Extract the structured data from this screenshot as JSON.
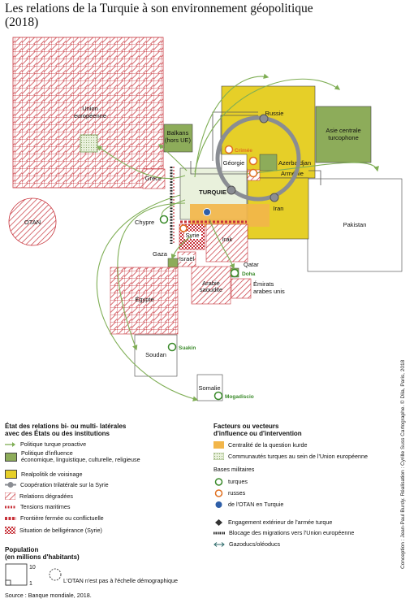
{
  "title": "Les relations de la Turquie à son environnement géopolitique",
  "subtitle": "(2018)",
  "colors": {
    "green": "#8dac5a",
    "yellow": "#e6cf28",
    "orange": "#f2b64a",
    "hatch": "#c7323a",
    "grey": "#8a8d93",
    "arrow": "#7fae55"
  },
  "map": {
    "countries": {
      "ue": "Union\neuropéenne",
      "otan": "OTAN",
      "balkans": "Balkans\n(hors UE)",
      "grece": "Grèce",
      "russie": "Russie",
      "asie_centrale": "Asie centrale\nturcophone",
      "georgie": "Géorgie",
      "azerbaidjan": "Azerbaïdjan",
      "armenie": "Arménie",
      "turquie": "TURQUIE",
      "iran": "Iran",
      "pakistan": "Pakistan",
      "chypre": "Chypre",
      "syrie": "Syrie",
      "irak": "Irak",
      "gaza": "Gaza",
      "israel": "Israël",
      "qatar": "Qatar",
      "arabie": "Arabie\nsaoudite",
      "emirats": "Émirats\narabes unis",
      "egypte": "Égypte",
      "soudan": "Soudan",
      "somalie": "Somalie"
    },
    "bases": {
      "crimee": "Crimée",
      "doha": "Doha",
      "suakin": "Suakin",
      "mogadiscio": "Mogadiscio"
    }
  },
  "legend": {
    "section1_title": "État des relations bi- ou multi- latérales\navec des États ou des institutions",
    "items1": [
      "Politique turque proactive",
      "Politique d'influence\néconomique, linguistique, culturelle, religieuse",
      "Realpolitik de voisinage",
      "Coopération trilatérale sur la Syrie",
      "Relations dégradées",
      "Tensions maritimes",
      "Frontière fermée ou conflictuelle",
      "Situation de belligérance (Syrie)"
    ],
    "section2_title": "Facteurs ou vecteurs\nd'influence ou d'intervention",
    "items2": [
      "Centralité de la question kurde",
      "Communautés turques au sein de l'Union européenne"
    ],
    "bases_title": "Bases militaires",
    "bases": [
      "turques",
      "russes",
      "de l'OTAN en Turquie"
    ],
    "items3": [
      "Engagement extérieur de l'armée turque",
      "Blocage des migrations vers l'Union européenne",
      "Gazoducs/oléoducs"
    ],
    "population_title": "Population\n(en millions d'habitants)",
    "pop_values": [
      "10",
      "1"
    ],
    "otan_note": "L'OTAN n'est pas à l'échelle démographique",
    "source": "Source : Banque mondiale, 2018."
  },
  "credit": "Conception : Jean-Paul Burdy. Réalisation : Cyrille Suss Cartographe. © Dila, Paris, 2018"
}
